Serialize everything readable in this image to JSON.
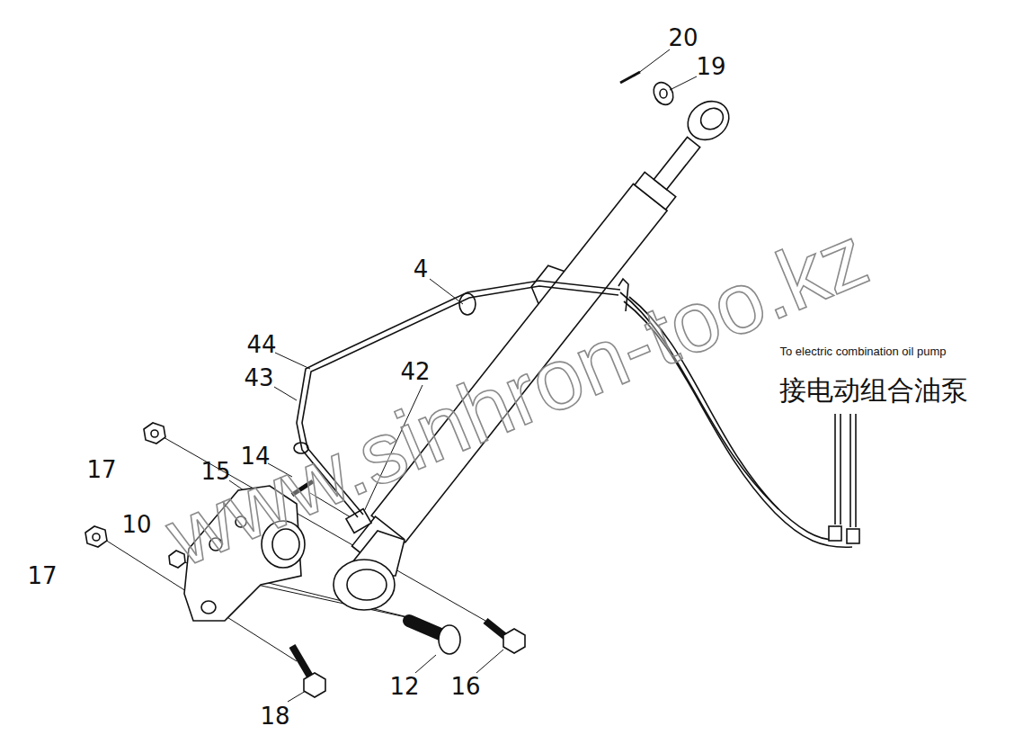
{
  "diagram": {
    "labels": [
      "20",
      "19",
      "4",
      "44",
      "43",
      "42",
      "14",
      "15",
      "17",
      "17",
      "10",
      "18",
      "12",
      "16",
      "To electric combination oil pump",
      "接电动组合油泵",
      "www.sinhron-too.kz"
    ]
  }
}
